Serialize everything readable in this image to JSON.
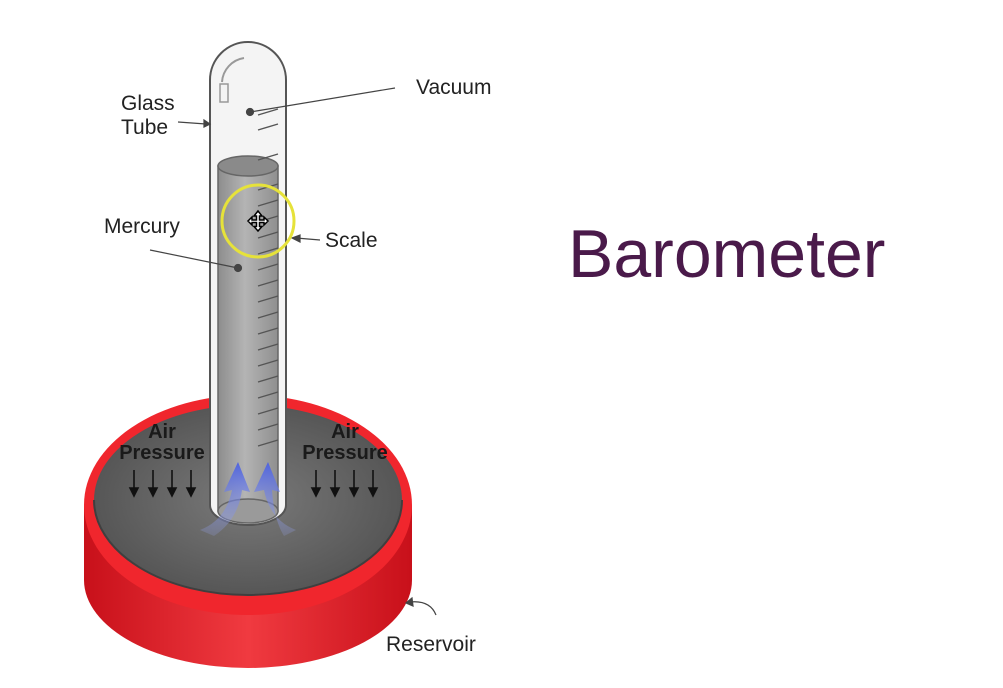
{
  "title": "Barometer",
  "labels": {
    "glass_tube_line1": "Glass",
    "glass_tube_line2": "Tube",
    "vacuum": "Vacuum",
    "mercury": "Mercury",
    "scale": "Scale",
    "reservoir": "Reservoir",
    "air_pressure_left_line1": "Air",
    "air_pressure_left_line2": "Pressure",
    "air_pressure_right_line1": "Air",
    "air_pressure_right_line2": "Pressure"
  },
  "colors": {
    "title": "#4a1a4a",
    "reservoir": "#e8212b",
    "mercury": "#a3a3a3",
    "highlight_ring": "#e6e23a",
    "flow_arrows": "#5b6fe0"
  },
  "icons": {
    "cursor": "move-cursor-icon"
  }
}
